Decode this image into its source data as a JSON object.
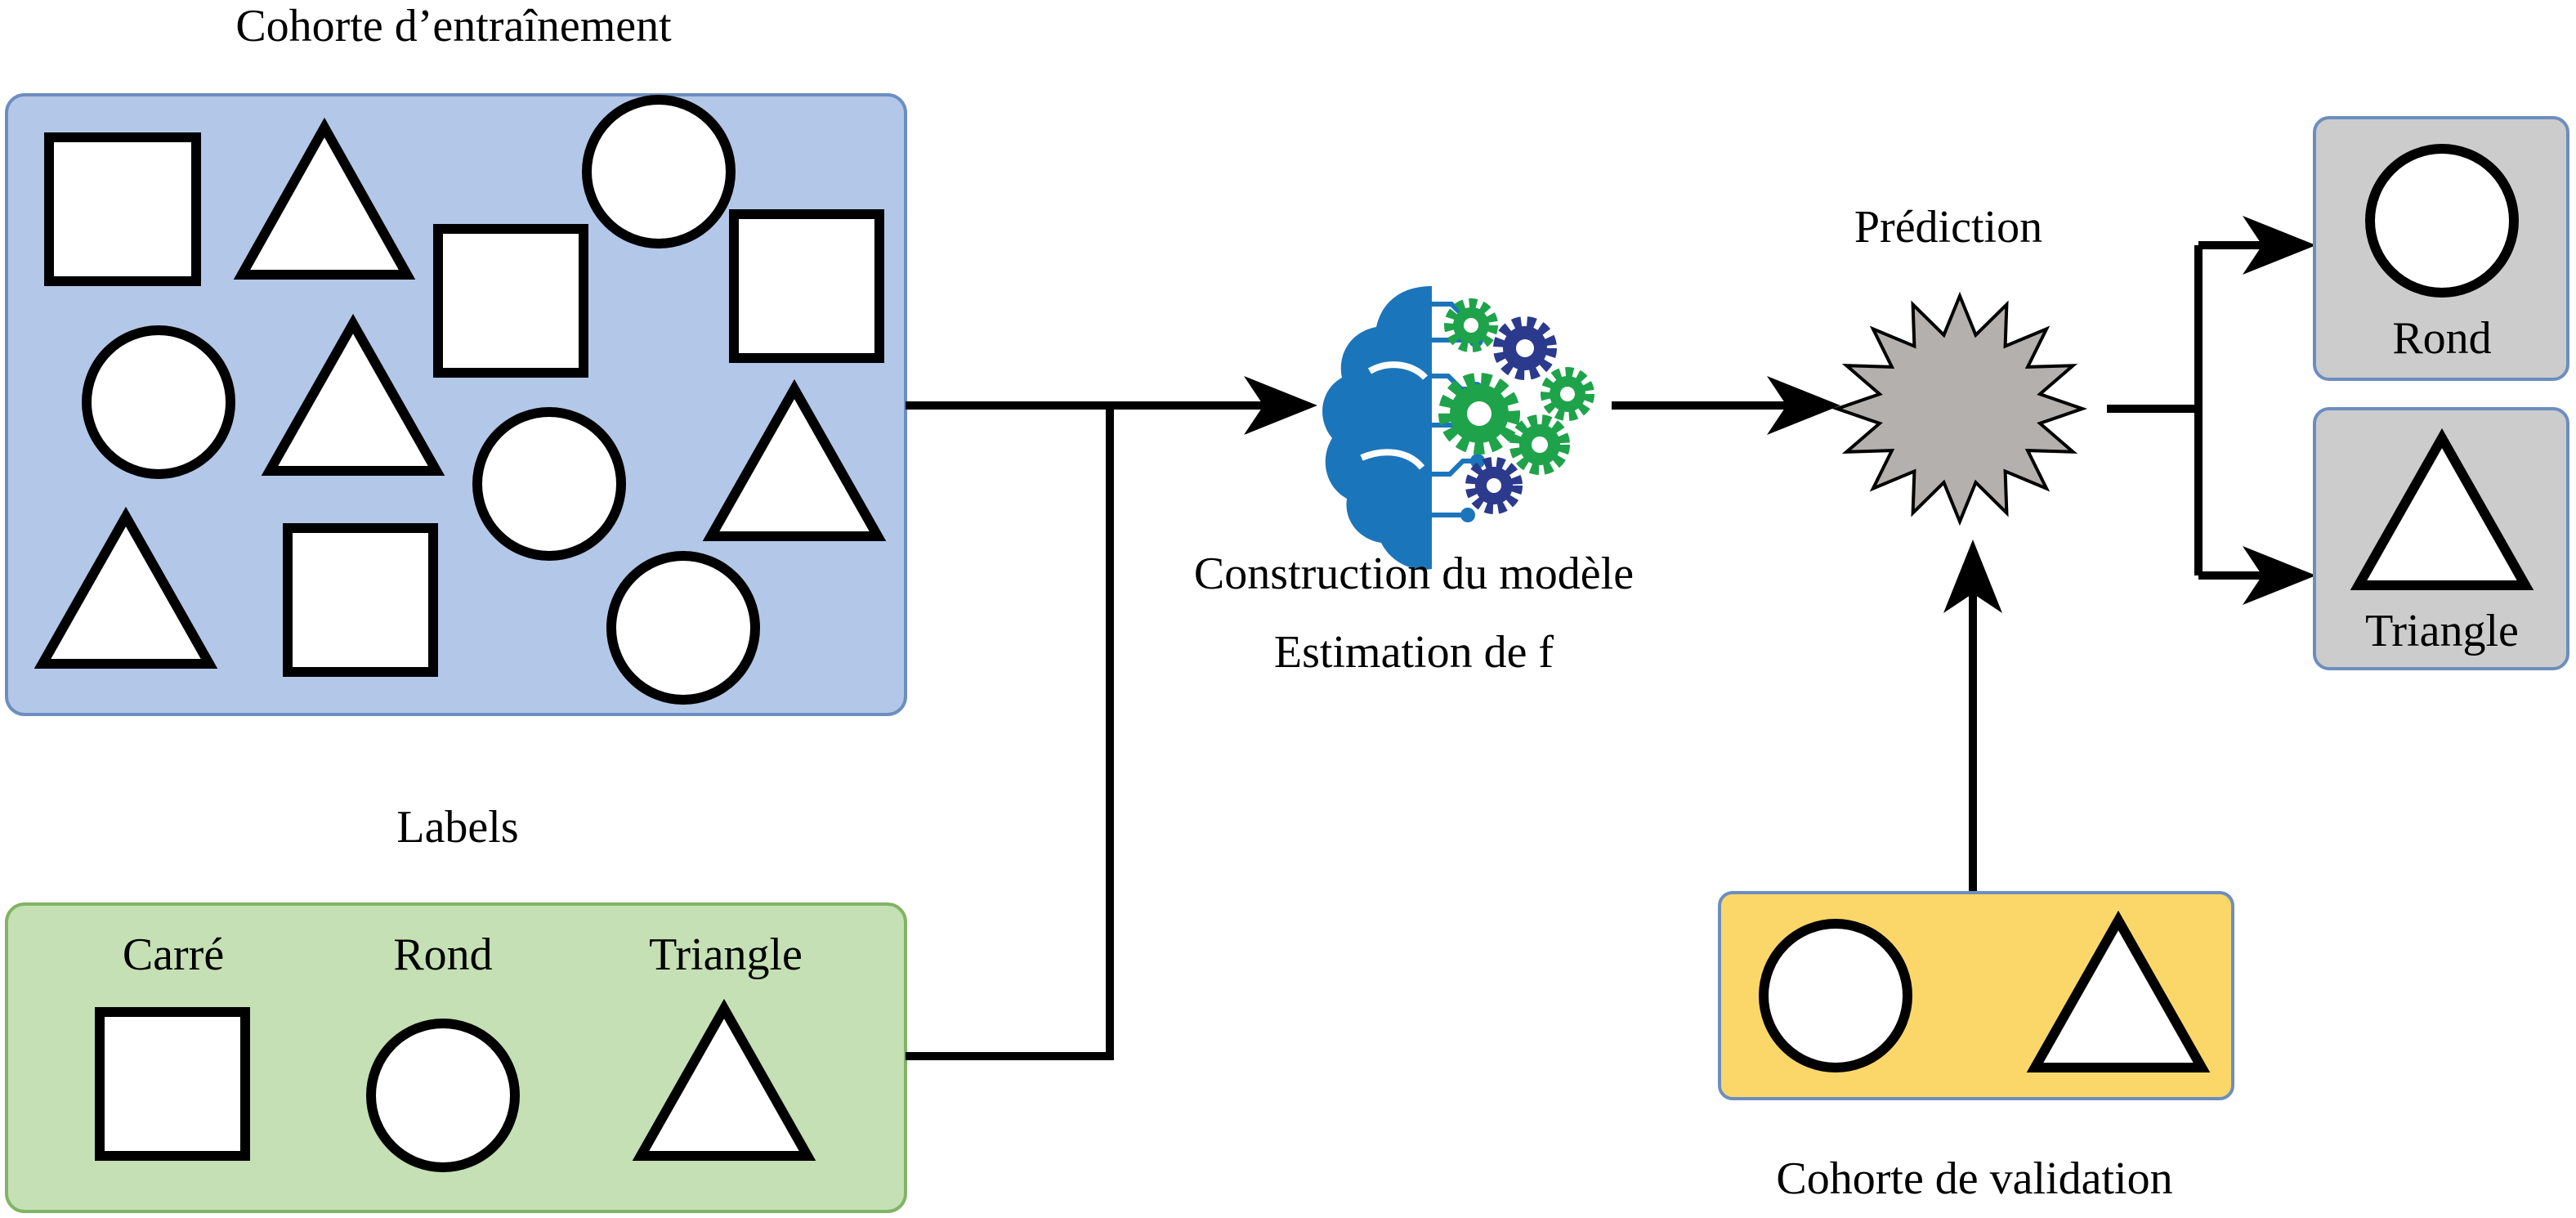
{
  "training": {
    "title": "Cohorte d’entraînement"
  },
  "labels": {
    "title": "Labels",
    "items": [
      {
        "label": "Carré",
        "shape": "square"
      },
      {
        "label": "Rond",
        "shape": "circle"
      },
      {
        "label": "Triangle",
        "shape": "triangle"
      }
    ]
  },
  "model": {
    "line1": "Construction du modèle",
    "line2": "Estimation de f",
    "icon": "brain-gears-icon"
  },
  "prediction": {
    "title": "Prédiction",
    "icon": "starburst-icon"
  },
  "outputs": [
    {
      "label": "Rond",
      "shape": "circle"
    },
    {
      "label": "Triangle",
      "shape": "triangle"
    }
  ],
  "validation": {
    "title": "Cohorte de validation"
  },
  "colors": {
    "training_fill": "#b3c7e8",
    "training_border": "#6c8ebf",
    "labels_fill": "#c5e0b4",
    "labels_border": "#82b366",
    "validation_fill": "#fbd76a",
    "validation_border": "#6c8ebf",
    "output_fill": "#cccccc",
    "output_border": "#6c8ebf",
    "starburst_fill": "#b3b0ad",
    "brain_blue": "#1b75bb",
    "gear_green": "#1fa34a",
    "gear_navy": "#2b3a8c"
  }
}
